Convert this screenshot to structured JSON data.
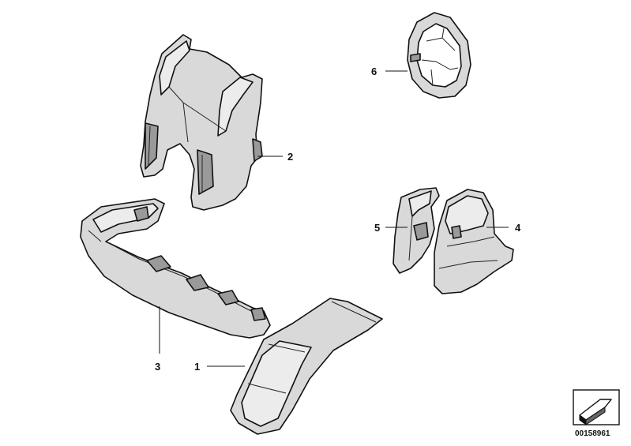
{
  "diagram": {
    "callouts": {
      "part_1": "1",
      "part_2": "2",
      "part_3": "3",
      "part_4": "4",
      "part_5": "5",
      "part_6": "6"
    },
    "catalog_number": "00158961",
    "icons": {
      "direction": "arrow-box-icon"
    },
    "colors": {
      "part_fill": "#d9d9d9",
      "outline": "#111111"
    }
  }
}
